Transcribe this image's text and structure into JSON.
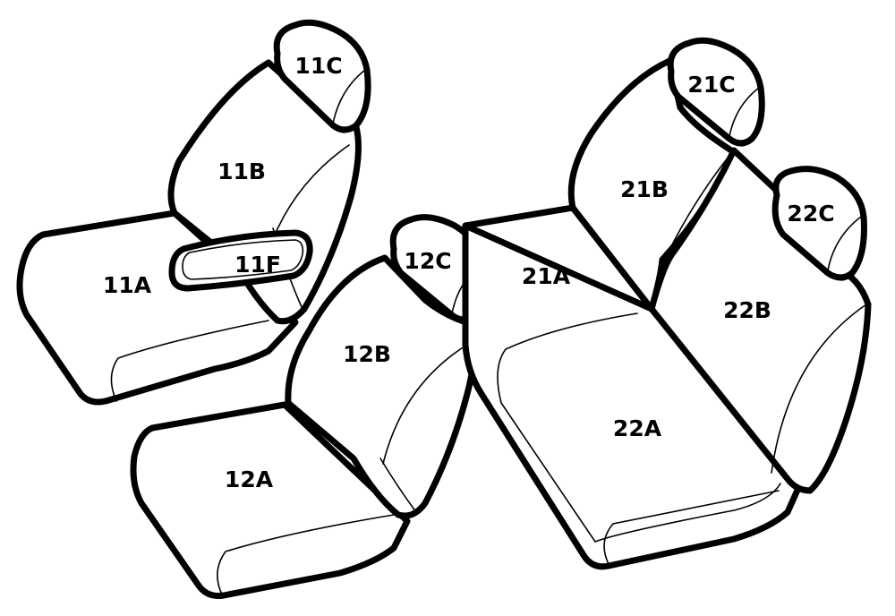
{
  "labels": {
    "seat_11A": "11A",
    "seat_11B": "11B",
    "seat_11C": "11C",
    "seat_11F": "11F",
    "seat_12A": "12A",
    "seat_12B": "12B",
    "seat_12C": "12C",
    "seat_21A": "21A",
    "seat_21B": "21B",
    "seat_21C": "21C",
    "seat_22A": "22A",
    "seat_22B": "22B",
    "seat_22C": "22C"
  },
  "colors": {
    "line": "#000000",
    "fill": "#ffffff"
  }
}
